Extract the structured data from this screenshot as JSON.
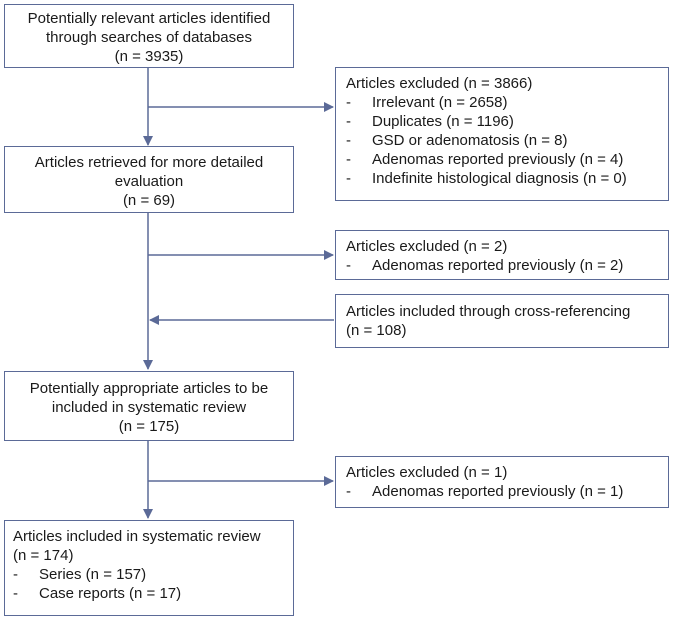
{
  "main_flow": {
    "identified": [
      "Potentially relevant articles identified",
      "through searches of databases",
      "(n = 3935)"
    ],
    "retrieved": [
      "Articles retrieved for more detailed",
      "evaluation",
      "(n = 69)"
    ],
    "appropriate": [
      "Potentially appropriate articles to be",
      "included in systematic review",
      "(n = 175)"
    ],
    "included": {
      "title": "Articles included in systematic review",
      "count": "(n = 174)",
      "items": [
        "Series (n = 157)",
        "Case reports (n = 17)"
      ]
    }
  },
  "side_boxes": {
    "excluded_1": {
      "title": "Articles excluded (n = 3866)",
      "items": [
        "Irrelevant (n = 2658)",
        "Duplicates (n = 1196)",
        "GSD or adenomatosis (n = 8)",
        "Adenomas reported previously (n = 4)",
        "Indefinite histological diagnosis (n = 0)"
      ]
    },
    "excluded_2": {
      "title": "Articles excluded (n = 2)",
      "items": [
        "Adenomas reported previously (n = 2)"
      ]
    },
    "cross_ref": {
      "title": "Articles included through cross-referencing",
      "count": "(n = 108)"
    },
    "excluded_3": {
      "title": "Articles excluded (n = 1)",
      "items": [
        "Adenomas reported previously (n = 1)"
      ]
    }
  },
  "bullet_marker": "-",
  "colors": {
    "line": "#5b6a97",
    "border": "#5b6a97",
    "text": "#1a1a1a"
  }
}
